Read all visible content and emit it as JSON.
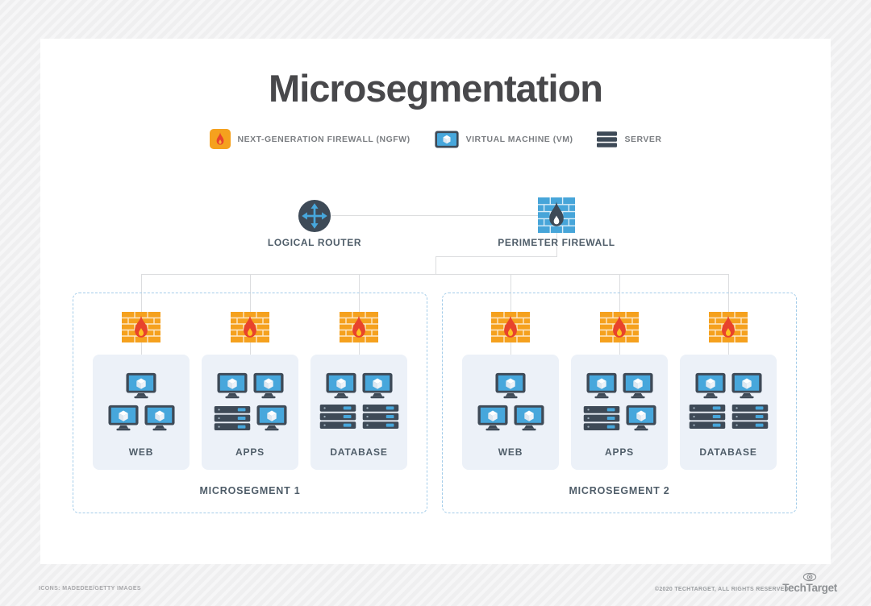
{
  "title": "Microsegmentation",
  "legend": [
    {
      "icon": "ngfw-firewall-icon",
      "label": "NEXT-GENERATION FIREWALL (NGFW)"
    },
    {
      "icon": "virtual-machine-icon",
      "label": "VIRTUAL MACHINE (VM)"
    },
    {
      "icon": "server-icon",
      "label": "SERVER"
    }
  ],
  "topology": {
    "router_label": "LOGICAL ROUTER",
    "perimeter_firewall_label": "PERIMETER FIREWALL"
  },
  "microsegments": [
    {
      "label": "MICROSEGMENT 1",
      "groups": [
        {
          "label": "WEB",
          "devices": {
            "top": [
              "vm"
            ],
            "bottom": [
              "vm",
              "vm"
            ]
          }
        },
        {
          "label": "APPS",
          "devices": {
            "top": [
              "vm",
              "vm"
            ],
            "bottom": [
              "server",
              "vm"
            ]
          }
        },
        {
          "label": "DATABASE",
          "devices": {
            "top": [
              "vm",
              "vm"
            ],
            "bottom": [
              "server",
              "server"
            ]
          }
        }
      ]
    },
    {
      "label": "MICROSEGMENT 2",
      "groups": [
        {
          "label": "WEB",
          "devices": {
            "top": [
              "vm"
            ],
            "bottom": [
              "vm",
              "vm"
            ]
          }
        },
        {
          "label": "APPS",
          "devices": {
            "top": [
              "vm",
              "vm"
            ],
            "bottom": [
              "server",
              "vm"
            ]
          }
        },
        {
          "label": "DATABASE",
          "devices": {
            "top": [
              "vm",
              "vm"
            ],
            "bottom": [
              "server",
              "server"
            ]
          }
        }
      ]
    }
  ],
  "footer": {
    "credits": "ICONS: MADEDEE/GETTY IMAGES",
    "copyright": "©2020 TECHTARGET, ALL RIGHTS RESERVED",
    "brand": "TechTarget"
  },
  "colors": {
    "firewall_orange": "#F5A11E",
    "flame_red": "#E8432C",
    "flame_core_yellow": "#FFC220",
    "device_blue": "#47A7DC",
    "slate_dark": "#3E4A57",
    "group_box": "#ECF1F8",
    "segment_dash_blue": "#A3CCE9"
  }
}
